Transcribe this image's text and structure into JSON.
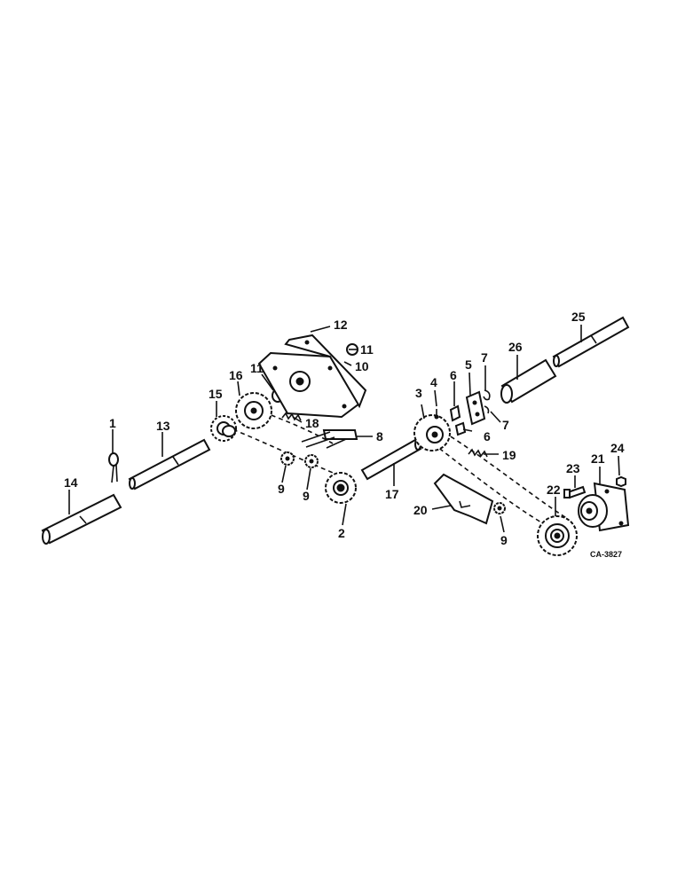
{
  "diagram": {
    "drawing_code": "CA-3827",
    "part_numbers": [
      "1",
      "2",
      "3",
      "4",
      "5",
      "6",
      "6",
      "7",
      "7",
      "8",
      "9",
      "9",
      "9",
      "10",
      "11",
      "11",
      "12",
      "13",
      "14",
      "15",
      "16",
      "17",
      "18",
      "19",
      "20",
      "21",
      "22",
      "23",
      "24",
      "25",
      "26"
    ]
  }
}
